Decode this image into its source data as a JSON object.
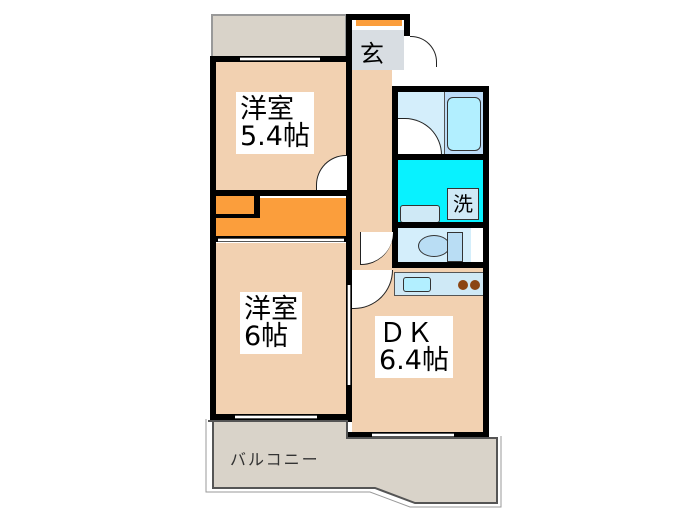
{
  "floorplan": {
    "rooms": [
      {
        "id": "western-room-1",
        "name": "洋室",
        "size": "5.4帖"
      },
      {
        "id": "western-room-2",
        "name": "洋室",
        "size": "6帖"
      },
      {
        "id": "dk",
        "name": "ＤＫ",
        "size": "6.4帖"
      },
      {
        "id": "entrance",
        "name": "玄"
      },
      {
        "id": "washroom",
        "name": "洗"
      },
      {
        "id": "balcony",
        "name": "バルコニー"
      }
    ],
    "colors": {
      "room": "#f2d1b1",
      "balcony": "#d9d3c9",
      "closet": "#fb9e3c",
      "entrance": "#d8dde2",
      "bath": "#d4eefb",
      "washroom": "#08f2ff",
      "wall": "#000000"
    }
  }
}
